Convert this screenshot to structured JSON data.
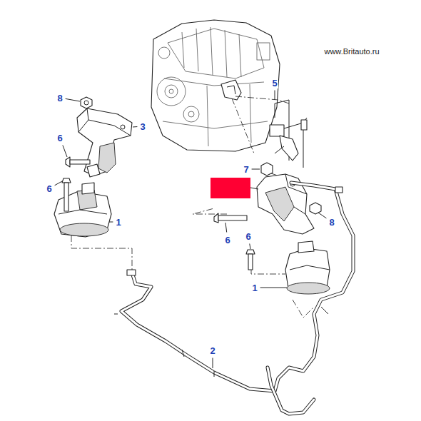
{
  "diagram": {
    "labels": [
      "www.Britauto.ru",
      "8",
      "3",
      "5",
      "6",
      "7",
      "6",
      "1",
      "6",
      "8",
      "6",
      "1",
      "2"
    ]
  }
}
